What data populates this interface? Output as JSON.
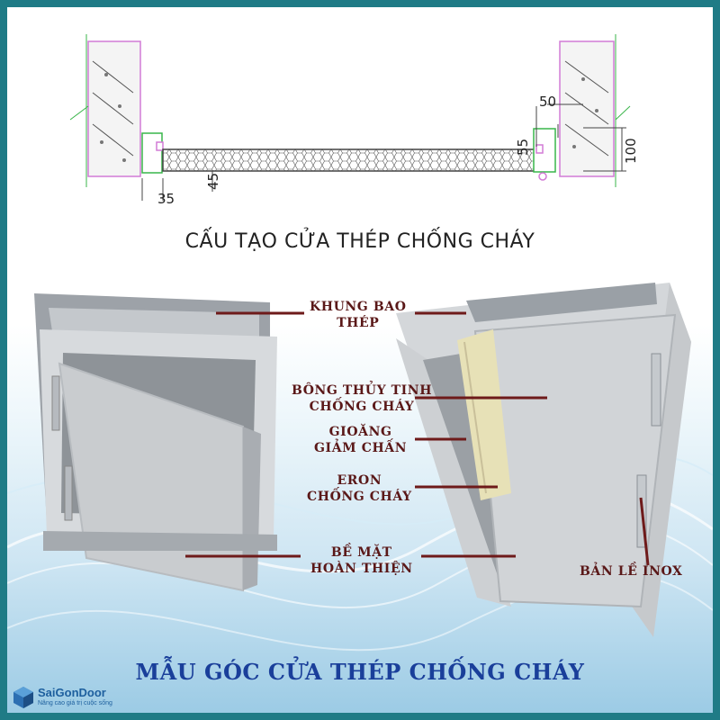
{
  "diagram": {
    "section_title": "CẤU TẠO CỬA THÉP CHỐNG CHÁY",
    "dimensions": {
      "d35": "35",
      "d45": "45",
      "d50": "50",
      "d55": "55",
      "d100": "100"
    }
  },
  "callouts": {
    "frame": [
      "KHUNG BAO",
      "THÉP"
    ],
    "glass_wool": [
      "BÔNG THỦY TINH",
      "CHỐNG CHÁY"
    ],
    "gasket": [
      "GIOĂNG",
      "GIẢM CHẤN"
    ],
    "eron": [
      "ERON",
      "CHỐNG CHÁY"
    ],
    "surface": [
      "BỀ MẶT",
      "HOÀN THIỆN"
    ],
    "hinge": "BẢN LỀ INOX"
  },
  "footer": {
    "title": "MẪU GÓC CỬA THÉP CHỐNG CHÁY",
    "brand": "SaiGonDoor",
    "tagline": "Nâng cao giá trị cuộc sống"
  },
  "colors": {
    "frame": "#1f7b86",
    "title_blue": "#1a3f9a",
    "callout_text": "#5a1818",
    "leader_line": "#6e1a1a"
  }
}
